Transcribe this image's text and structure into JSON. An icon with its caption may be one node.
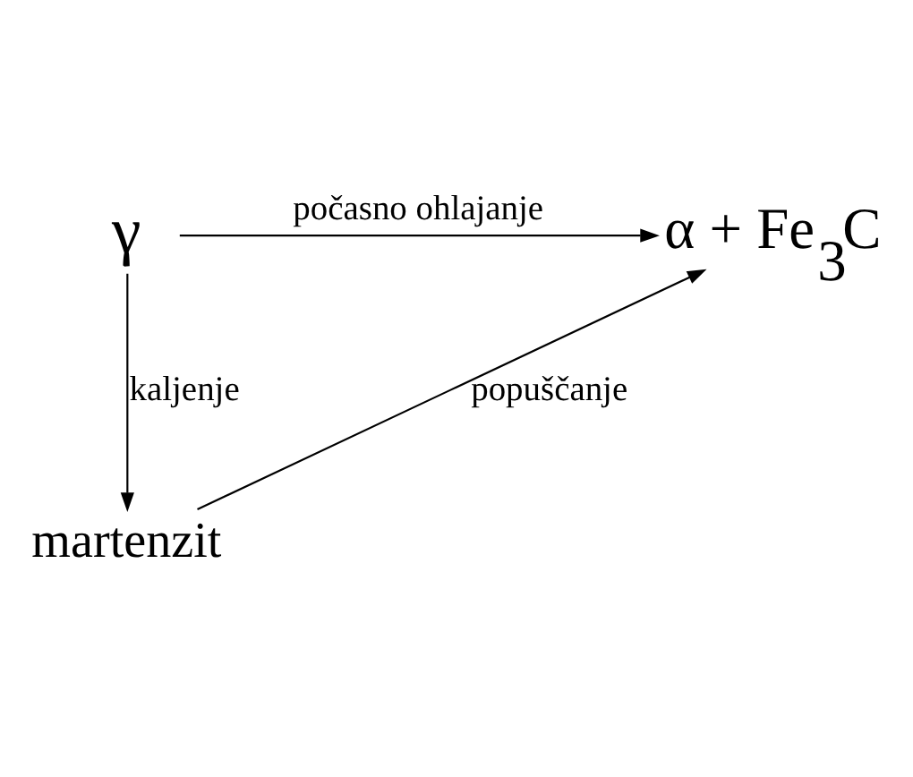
{
  "diagram": {
    "nodes": [
      {
        "text": [
          "γ"
        ]
      },
      {
        "text": [
          "α + Fe$_{3}$C"
        ]
      },
      {
        "text": [
          "martenzit"
        ]
      }
    ],
    "edges": [
      {
        "from": 0,
        "to": 1,
        "arrow": "to",
        "label": "počasno ohlajanje"
      },
      {
        "from": 0,
        "to": 2,
        "arrow": "to",
        "label": "kaljenje"
      },
      {
        "from": 2,
        "to": 1,
        "arrow": "to",
        "label": "popuščanje"
      }
    ]
  }
}
